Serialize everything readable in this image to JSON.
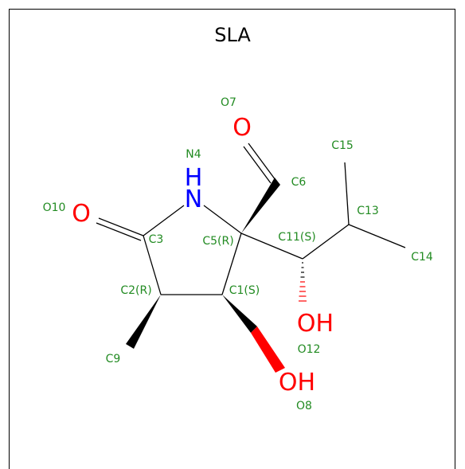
{
  "title": "SLA",
  "colors": {
    "label": "#228B22",
    "oxygen": "#ff0000",
    "nitrogen": "#0000ff",
    "bond": "#000000",
    "hashed": "#ff0000"
  },
  "atoms": [
    {
      "id": "c3",
      "label": "C3"
    },
    {
      "id": "c5",
      "label": "C5(R)"
    },
    {
      "id": "c2",
      "label": "C2(R)"
    },
    {
      "id": "c1",
      "label": "C1(S)"
    },
    {
      "id": "c11",
      "label": "C11(S)"
    },
    {
      "id": "c13",
      "label": "C13"
    },
    {
      "id": "c14",
      "label": "C14"
    },
    {
      "id": "c15",
      "label": "C15"
    },
    {
      "id": "c6",
      "label": "C6"
    },
    {
      "id": "c9",
      "label": "C9"
    },
    {
      "id": "n4",
      "label": "N4",
      "symbol": "H\nN"
    },
    {
      "id": "o7",
      "label": "O7",
      "symbol": "O"
    },
    {
      "id": "o10",
      "label": "O10",
      "symbol": "O"
    },
    {
      "id": "o8",
      "label": "O8",
      "symbol": "OH"
    },
    {
      "id": "o12",
      "label": "O12",
      "symbol": "OH"
    }
  ],
  "symbols": {
    "n4_h": "H",
    "n4_n": "N",
    "o7": "O",
    "o10": "O",
    "o8": "OH",
    "o12": "OH"
  }
}
